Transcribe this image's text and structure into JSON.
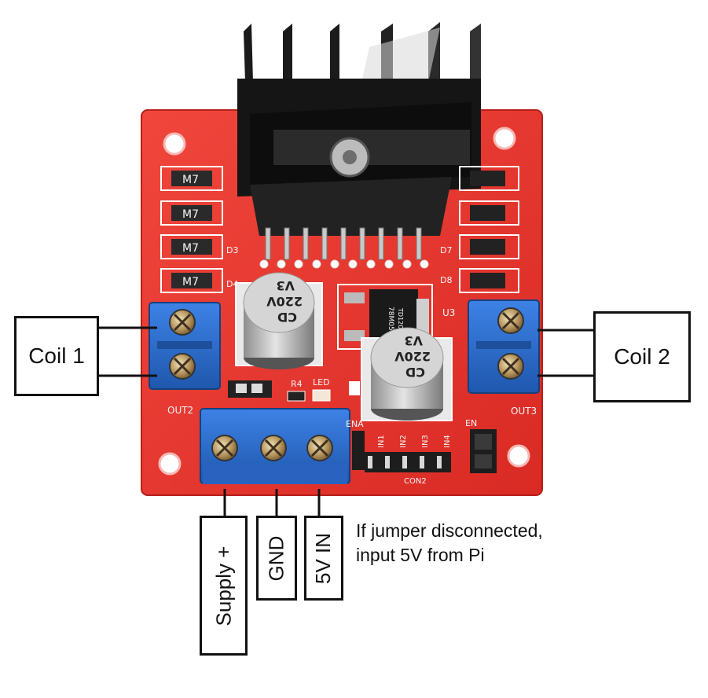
{
  "labels": {
    "coil1": "Coil 1",
    "coil2": "Coil 2",
    "supply": "Supply +",
    "gnd": "GND",
    "five_v_in": "5V IN"
  },
  "note": {
    "line1": "If jumper disconnected,",
    "line2": "input 5V from Pi"
  },
  "board": {
    "diode_marks": [
      "M7",
      "M7",
      "M7",
      "M7"
    ],
    "ref_d3": "D3",
    "ref_d4": "D4",
    "ref_d7": "D7",
    "ref_d8": "D8",
    "ref_u3": "U3",
    "ref_r4": "R4",
    "ref_led": "LED",
    "ref_out2": "OUT2",
    "ref_out3": "OUT3",
    "ref_ena": "ENA",
    "ref_enb": "EN",
    "ref_con2": "CON2",
    "pin_in1": "IN1",
    "pin_in2": "IN2",
    "pin_in3": "IN3",
    "pin_in4": "IN4",
    "cap_line1": "CD",
    "cap_line2": "220V",
    "cap_line3": "V3",
    "regulator_line1": "78M05",
    "regulator_line2": "TD1205"
  },
  "colors": {
    "pcb": "#e8342c",
    "heatsink": "#151515",
    "terminal": "#2e6fd0",
    "capacitor": "#a9a9a9",
    "label_border": "#111111"
  }
}
